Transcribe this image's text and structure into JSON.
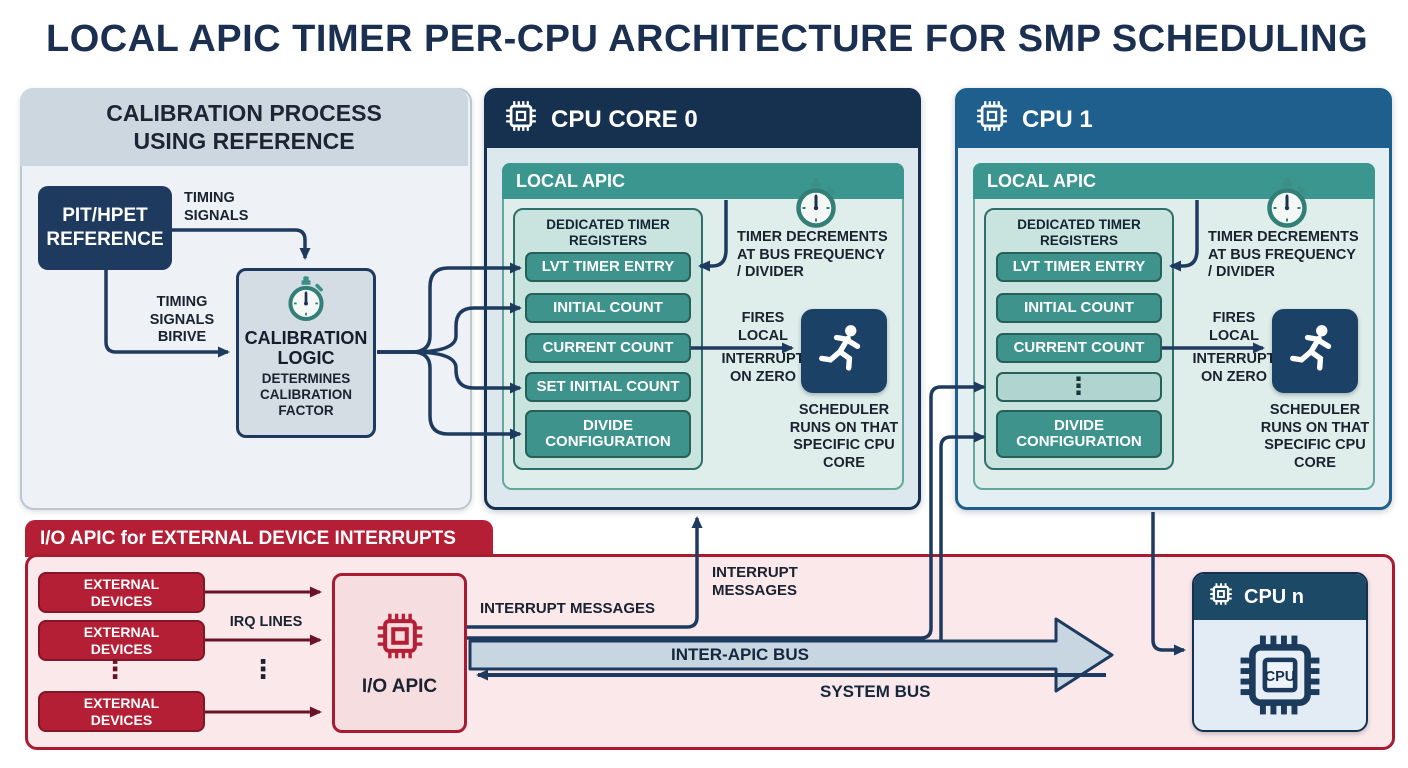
{
  "title": "LOCAL APIC TIMER PER-CPU ARCHITECTURE FOR SMP SCHEDULING",
  "calibration": {
    "header": "CALIBRATION PROCESS\nUSING REFERENCE",
    "reference_box": "PIT/HPET\nREFERENCE",
    "timing_signals_top": "TIMING\nSIGNALS",
    "timing_signals_left": "TIMING\nSIGNALS\nBIRIVE",
    "logic_title": "CALIBRATION\nLOGIC",
    "logic_subtitle": "DETERMINES\nCALIBRATION\nFACTOR"
  },
  "cpu0": {
    "header": "CPU CORE 0",
    "local_apic_label": "LOCAL APIC",
    "registers_title": "DEDICATED TIMER\nREGISTERS",
    "registers": [
      "LVT TIMER ENTRY",
      "INITIAL COUNT",
      "CURRENT COUNT",
      "SET INITIAL COUNT",
      "DIVIDE\nCONFIGURATION"
    ],
    "timer_note": "TIMER DECREMENTS\nAT BUS FREQUENCY\n/ DIVIDER",
    "fires_label": "FIRES\nLOCAL",
    "interrupt_label": "INTERRUPT\nON ZERO",
    "scheduler_note": "SCHEDULER\nRUNS ON THAT\nSPECIFIC CPU\nCORE"
  },
  "cpu1": {
    "header": "CPU 1",
    "local_apic_label": "LOCAL APIC",
    "registers_title": "DEDICATED TIMER\nREGISTERS",
    "registers": [
      "LVT TIMER ENTRY",
      "INITIAL COUNT",
      "CURRENT COUNT",
      "⋮",
      "DIVIDE\nCONFIGURATION"
    ],
    "timer_note": "TIMER DECREMENTS\nAT BUS FREQUENCY\n/ DIVIDER",
    "fires_label": "FIRES\nLOCAL",
    "interrupt_label": "INTERRUPT\nON ZERO",
    "scheduler_note": "SCHEDULER\nRUNS ON THAT\nSPECIFIC CPU\nCORE"
  },
  "io": {
    "header": "I/O APIC for EXTERNAL DEVICE INTERRUPTS",
    "devices": [
      "EXTERNAL\nDEVICES",
      "EXTERNAL\nDEVICES",
      "EXTERNAL\nDEVICES"
    ],
    "devices_ellipsis": "⋮",
    "irq_label": "IRQ LINES",
    "irq_ellipsis": "⋮",
    "apic_label": "I/O APIC",
    "interrupt_messages_1": "INTERRUPT MESSAGES",
    "interrupt_messages_2": "INTERRUPT\nMESSAGES",
    "inter_apic_bus": "INTER-APIC BUS",
    "system_bus": "SYSTEM BUS"
  },
  "cpun": {
    "header": "CPU n",
    "chip_label": "CPU"
  },
  "colors": {
    "navy": "#1e3a5f",
    "cpu0_header": "#16304f",
    "cpu1_header": "#1f5f8d",
    "cpun_header": "#1c4965",
    "teal_header": "#3a968e",
    "register_fill": "#3e948d",
    "register_border": "#266058",
    "crimson": "#b41f36",
    "pink_body": "#fae8ea",
    "bus_fill": "#c7d6e1"
  }
}
